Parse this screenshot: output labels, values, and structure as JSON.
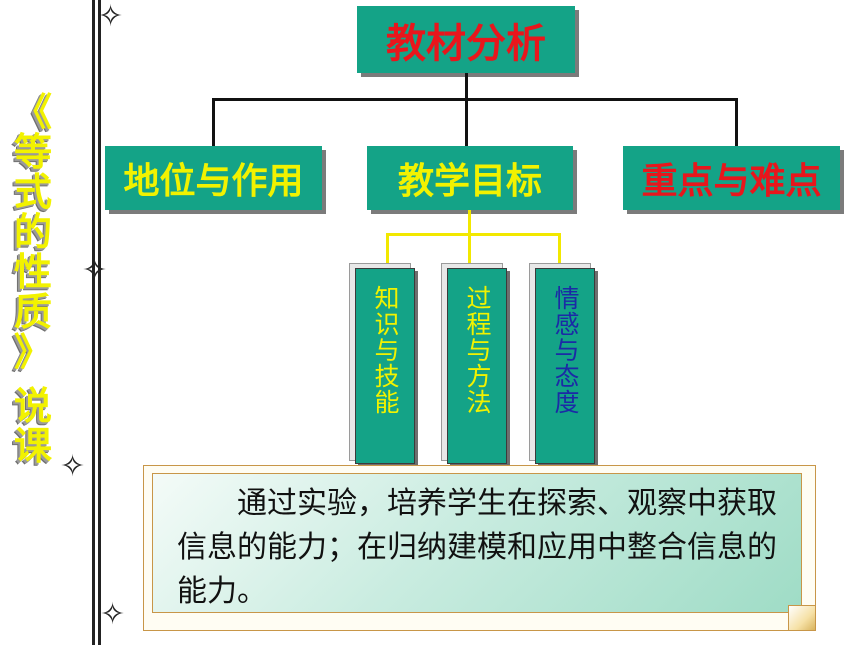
{
  "side": {
    "title_chars": [
      "《",
      "等",
      "式",
      "的",
      "性",
      "质",
      "》",
      "说",
      "课"
    ]
  },
  "diagram": {
    "root": "教材分析",
    "level1": [
      "地位与作用",
      "教学目标",
      "重点与难点"
    ],
    "objectives": [
      "知识与技能",
      "过程与方法",
      "情感与态度"
    ]
  },
  "note": {
    "text": "通过实验，培养学生在探索、观察中获取信息的能力；在归纳建模和应用中整合信息的能力。"
  },
  "colors": {
    "box_fill": "#14a387",
    "yellow_text": "#f2f200",
    "red_text": "#e8161c",
    "blue_text": "#1b2aa6",
    "connector_yellow": "#f2e800"
  },
  "icons": {
    "decor": "four-point-sparkle"
  }
}
